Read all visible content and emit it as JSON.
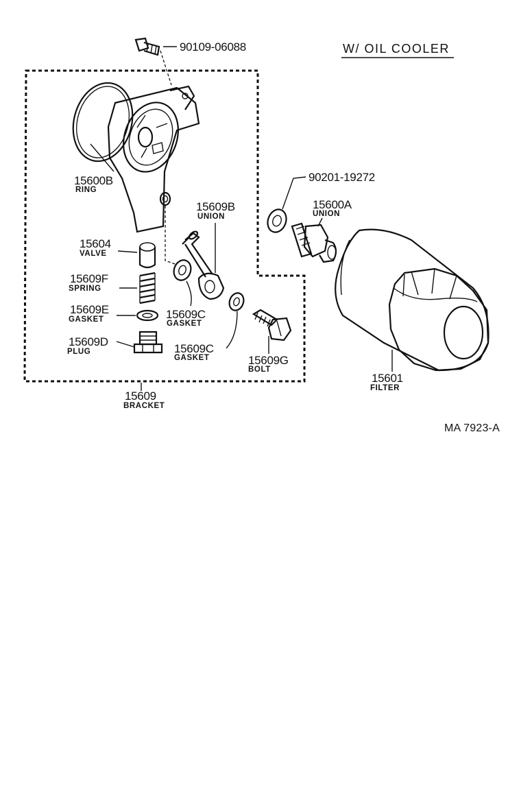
{
  "header": {
    "title": "W/ OIL COOLER"
  },
  "parts": {
    "p1": {
      "number": "90109-06088",
      "name": ""
    },
    "p2": {
      "number": "15600B",
      "name": "RING"
    },
    "p3": {
      "number": "15609B",
      "name": "UNION"
    },
    "p4": {
      "number": "15604",
      "name": "VALVE"
    },
    "p5": {
      "number": "15609F",
      "name": "SPRING"
    },
    "p6": {
      "number": "15609C",
      "name": "GASKET"
    },
    "p7": {
      "number": "15609E",
      "name": "GASKET"
    },
    "p8": {
      "number": "15609D",
      "name": "PLUG"
    },
    "p9": {
      "number": "15609C",
      "name": "GASKET"
    },
    "p10": {
      "number": "15609G",
      "name": "BOLT"
    },
    "p11": {
      "number": "15609",
      "name": "BRACKET"
    },
    "p12": {
      "number": "90201-19272",
      "name": ""
    },
    "p13": {
      "number": "15600A",
      "name": "UNION"
    },
    "p14": {
      "number": "15601",
      "name": "FILTER"
    }
  },
  "footer": {
    "code": "MA 7923-A"
  }
}
